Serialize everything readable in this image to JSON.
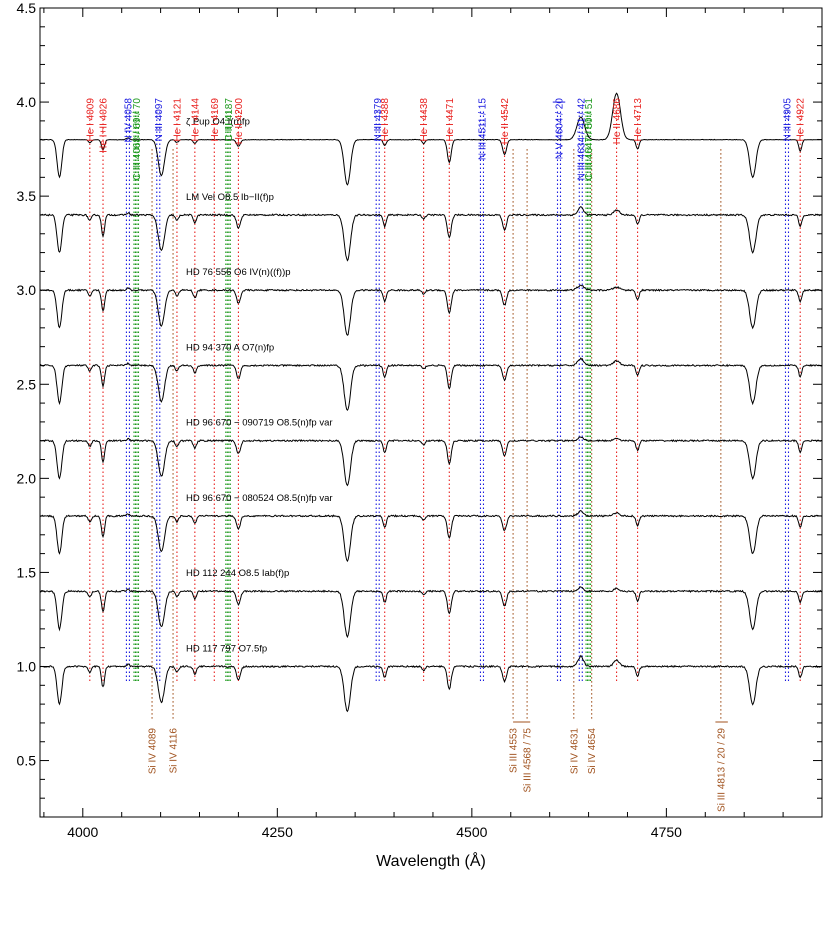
{
  "chart_data": {
    "type": "line",
    "xlabel": "Wavelength (Å)",
    "ylabel": "",
    "xlim": [
      3945,
      4950
    ],
    "ylim": [
      0.2,
      4.5
    ],
    "xticks": [
      4000,
      4250,
      4500,
      4750
    ],
    "xtick_labels": [
      "4000",
      "4250",
      "4500",
      "4750"
    ],
    "yticks": [
      0.5,
      1.0,
      1.5,
      2.0,
      2.5,
      3.0,
      3.5,
      4.0,
      4.5
    ],
    "ytick_labels": [
      "0.5",
      "1.0",
      "1.5",
      "2.0",
      "2.5",
      "3.0",
      "3.5",
      "4.0",
      "4.5"
    ],
    "grid": false,
    "colors": {
      "He": "#e8201e",
      "N": "#1c1ce0",
      "C": "#1e9a1e",
      "Si": "#a0521e",
      "spectrum": "#000000"
    },
    "spectra": [
      {
        "label": "ζ Pup    O4 I(n)fp",
        "offset": 3.8,
        "emission": 4.0,
        "n_width": 1.0
      },
      {
        "label": "LM Vel    O8.5 Ib−II(f)p",
        "offset": 3.4,
        "emission": 1.4,
        "n_width": 0.7
      },
      {
        "label": "HD 76 556    O6 IV(n)((f))p",
        "offset": 3.0,
        "emission": 0.8,
        "n_width": 0.9
      },
      {
        "label": "HD 94 370 A    O7(n)fp",
        "offset": 2.6,
        "emission": 1.2,
        "n_width": 0.8
      },
      {
        "label": "HD 96 670 − 090719    O8.5(n)fp var",
        "offset": 2.2,
        "emission": 0.7,
        "n_width": 0.7
      },
      {
        "label": "HD 96 670 − 080524    O8.5(n)fp var",
        "offset": 1.8,
        "emission": 0.9,
        "n_width": 0.7
      },
      {
        "label": "HD 112 244    O8.5 Iab(f)p",
        "offset": 1.4,
        "emission": 0.8,
        "n_width": 0.6
      },
      {
        "label": "HD 117 797    O7.5fp",
        "offset": 1.0,
        "emission": 1.8,
        "n_width": 0.7
      }
    ],
    "top_lines": [
      {
        "segments": [
          {
            "text": "He I 4009",
            "color": "#e8201e"
          }
        ],
        "x": 4009,
        "type": "He"
      },
      {
        "segments": [
          {
            "text": "He I+II 4026",
            "color": "#e8201e"
          }
        ],
        "x": 4026,
        "type": "He"
      },
      {
        "segments": [
          {
            "text": "N IV 4058",
            "color": "#1c1ce0"
          }
        ],
        "x": 4058,
        "type": "N"
      },
      {
        "segments": [
          {
            "text": "C III 4068 / 69 / 70",
            "color": "#1e9a1e"
          }
        ],
        "x": 4069,
        "type": "C"
      },
      {
        "segments": [
          {
            "text": "N III 4097",
            "color": "#1c1ce0"
          }
        ],
        "x": 4097,
        "type": "N"
      },
      {
        "segments": [
          {
            "text": "He I 4121",
            "color": "#e8201e"
          }
        ],
        "x": 4121,
        "type": "He"
      },
      {
        "segments": [
          {
            "text": "He I 4144",
            "color": "#e8201e"
          }
        ],
        "x": 4144,
        "type": "He"
      },
      {
        "segments": [
          {
            "text": "He I 4169",
            "color": "#e8201e"
          }
        ],
        "x": 4169,
        "type": "He"
      },
      {
        "segments": [
          {
            "text": "C III 4187",
            "color": "#1e9a1e"
          }
        ],
        "x": 4187,
        "type": "C"
      },
      {
        "segments": [
          {
            "text": "He II 4200",
            "color": "#e8201e"
          }
        ],
        "x": 4200,
        "type": "He"
      },
      {
        "segments": [
          {
            "text": "N III 4379",
            "color": "#1c1ce0"
          }
        ],
        "x": 4379,
        "type": "N"
      },
      {
        "segments": [
          {
            "text": "He I 4388",
            "color": "#e8201e"
          }
        ],
        "x": 4388,
        "type": "He"
      },
      {
        "segments": [
          {
            "text": "He I 4438",
            "color": "#e8201e"
          }
        ],
        "x": 4438,
        "type": "He"
      },
      {
        "segments": [
          {
            "text": "He I 4471",
            "color": "#e8201e"
          }
        ],
        "x": 4471,
        "type": "He"
      },
      {
        "segments": [
          {
            "text": "N III 4511 / 15",
            "color": "#1c1ce0"
          }
        ],
        "x": 4513,
        "type": "N"
      },
      {
        "segments": [
          {
            "text": "He II 4542",
            "color": "#e8201e"
          }
        ],
        "x": 4542,
        "type": "He"
      },
      {
        "segments": [
          {
            "text": "N V 4604 / 20",
            "color": "#1c1ce0"
          }
        ],
        "x": 4612,
        "type": "N"
      },
      {
        "segments": [
          {
            "text": "N III 4634 / 41 / 42",
            "color": "#1c1ce0"
          }
        ],
        "x": 4640,
        "type": "N"
      },
      {
        "segments": [
          {
            "text": "C III 4647 / 50 / 51",
            "color": "#1e9a1e"
          }
        ],
        "x": 4650,
        "type": "C"
      },
      {
        "segments": [
          {
            "text": "He II 4686",
            "color": "#e8201e"
          }
        ],
        "x": 4686,
        "type": "He"
      },
      {
        "segments": [
          {
            "text": "He I 4713",
            "color": "#e8201e"
          }
        ],
        "x": 4713,
        "type": "He"
      },
      {
        "segments": [
          {
            "text": "N III 4905",
            "color": "#1c1ce0"
          }
        ],
        "x": 4905,
        "type": "N"
      },
      {
        "segments": [
          {
            "text": "He I 4922",
            "color": "#e8201e"
          }
        ],
        "x": 4922,
        "type": "He"
      }
    ],
    "bottom_lines": [
      {
        "text": "Si IV 4089",
        "x": 4089
      },
      {
        "text": "Si IV 4116",
        "x": 4116
      },
      {
        "text": "Si III 4553",
        "x": 4553
      },
      {
        "text": "Si III 4568 / 75",
        "x": 4571
      },
      {
        "text": "Si IV 4631",
        "x": 4631
      },
      {
        "text": "Si IV 4654",
        "x": 4654
      },
      {
        "text": "Si III 4813 / 20 / 29",
        "x": 4820
      }
    ]
  }
}
